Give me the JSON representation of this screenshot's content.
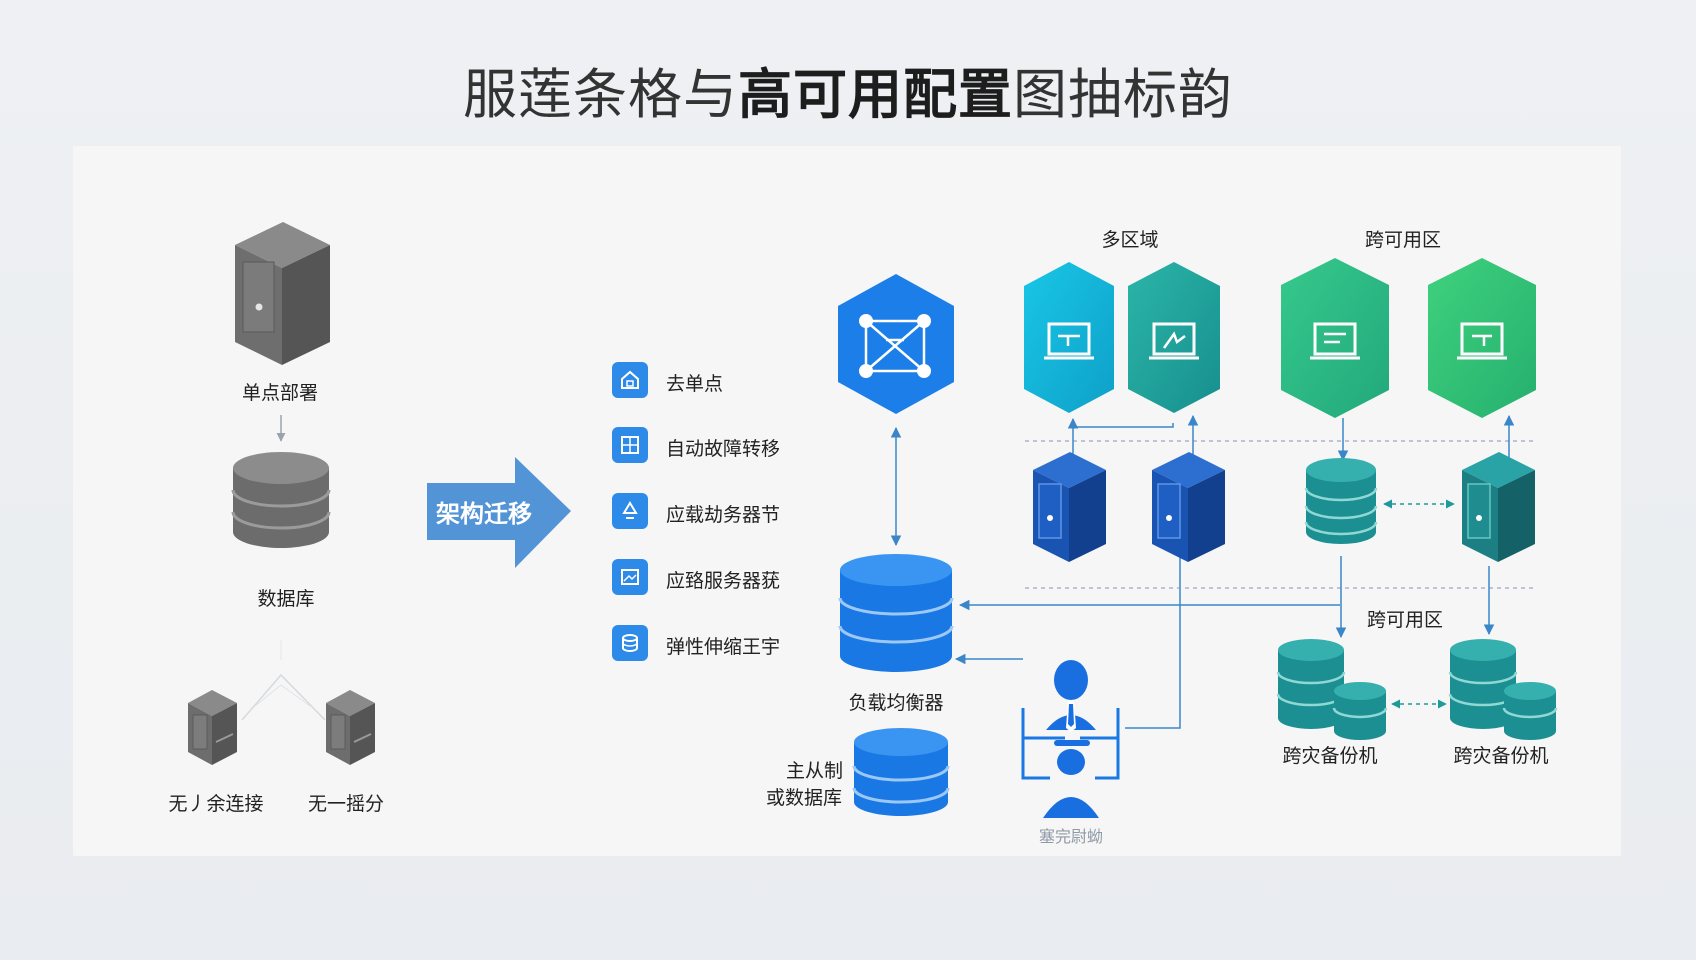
{
  "title": {
    "part1": "服莲条格与",
    "part2": "高可用配置",
    "part3": "图抽标韵"
  },
  "left": {
    "single_point": "单点部署",
    "database": "数据库",
    "no_redundancy": "无丿余连接",
    "no_split": "无一摇分"
  },
  "migration_label": "架构迁移",
  "features": [
    {
      "icon": "home-icon",
      "label": "去单点"
    },
    {
      "icon": "grid-icon",
      "label": "自动故障转移"
    },
    {
      "icon": "recycle-icon",
      "label": "应载劫务器节"
    },
    {
      "icon": "image-icon",
      "label": "应臵服务器莸"
    },
    {
      "icon": "database-icon",
      "label": "弹性伸缩王宇"
    }
  ],
  "right": {
    "multi_region": "多区域",
    "cross_az_top": "跨可用区",
    "cross_az_mid": "跨可用区",
    "load_balancer": "负载均衡器",
    "master_slave_line1": "主从制",
    "master_slave_line2": "或数据库",
    "dr_backup_1": "跨灾备份机",
    "dr_backup_2": "跨灾备份机",
    "user_caption": "塞完尉蚴"
  },
  "colors": {
    "blue": "#1f7fe8",
    "cyan": "#13b5dc",
    "teal": "#20a0a0",
    "green": "#2fbf7a",
    "navy": "#1a57b5"
  }
}
